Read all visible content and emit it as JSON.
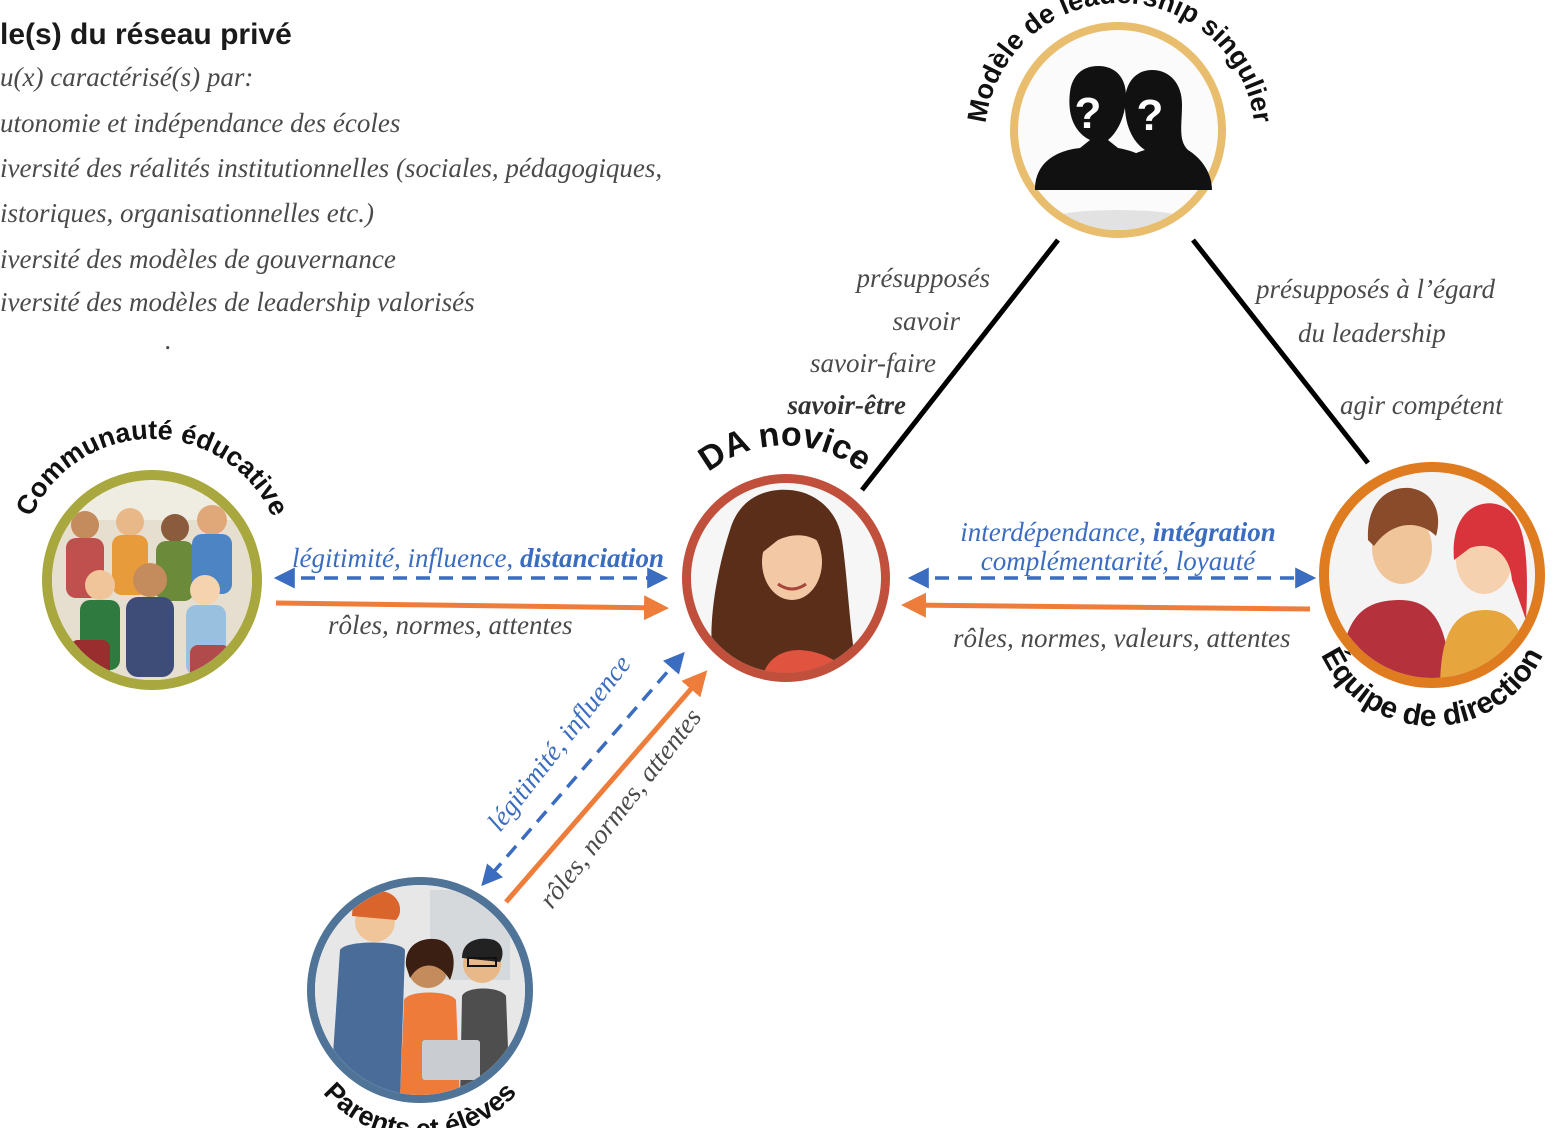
{
  "header": {
    "title": "le(s) du réseau privé",
    "lines": [
      "u(x) caractérisé(s) par:",
      "utonomie et indépendance des écoles",
      "iversité des réalités institutionnelles (sociales, pédagogiques,",
      "istoriques, organisationnelles etc.)",
      "iversité des modèles de gouvernance",
      "iversité des modèles de leadership valorisés"
    ],
    "dot": "."
  },
  "nodes": {
    "leadership_model": "Modèle de leadership singulier",
    "da_novice": "DA novice",
    "community": "Communauté éducative",
    "direction_team": "Équipe de direction",
    "parents": "Parents et élèves"
  },
  "edges": {
    "model_da": [
      "présupposés",
      "savoir",
      "savoir-faire",
      "savoir-être"
    ],
    "model_team": [
      "présupposés à l’égard",
      "du leadership",
      "agir compétent"
    ],
    "community_blue": {
      "a": "légitimité, influence, ",
      "b": "distanciation"
    },
    "community_orange": "rôles, normes, attentes",
    "team_blue_1": {
      "a": "interdépendance, ",
      "b": "intégration"
    },
    "team_blue_2": "complémentarité, loyauté",
    "team_orange": "rôles, normes, valeurs, attentes",
    "parents_blue": "légitimité, influence",
    "parents_orange": "rôles, normes, attentes"
  },
  "icons": {
    "question": "?"
  },
  "colors": {
    "blue": "#3a6cc0",
    "orange": "#ee7d3b",
    "ring_model": "#e8be6e",
    "ring_da": "#c0503c",
    "ring_community": "#a9a83f",
    "ring_team": "#e07c20",
    "ring_parents": "#4f7498"
  }
}
